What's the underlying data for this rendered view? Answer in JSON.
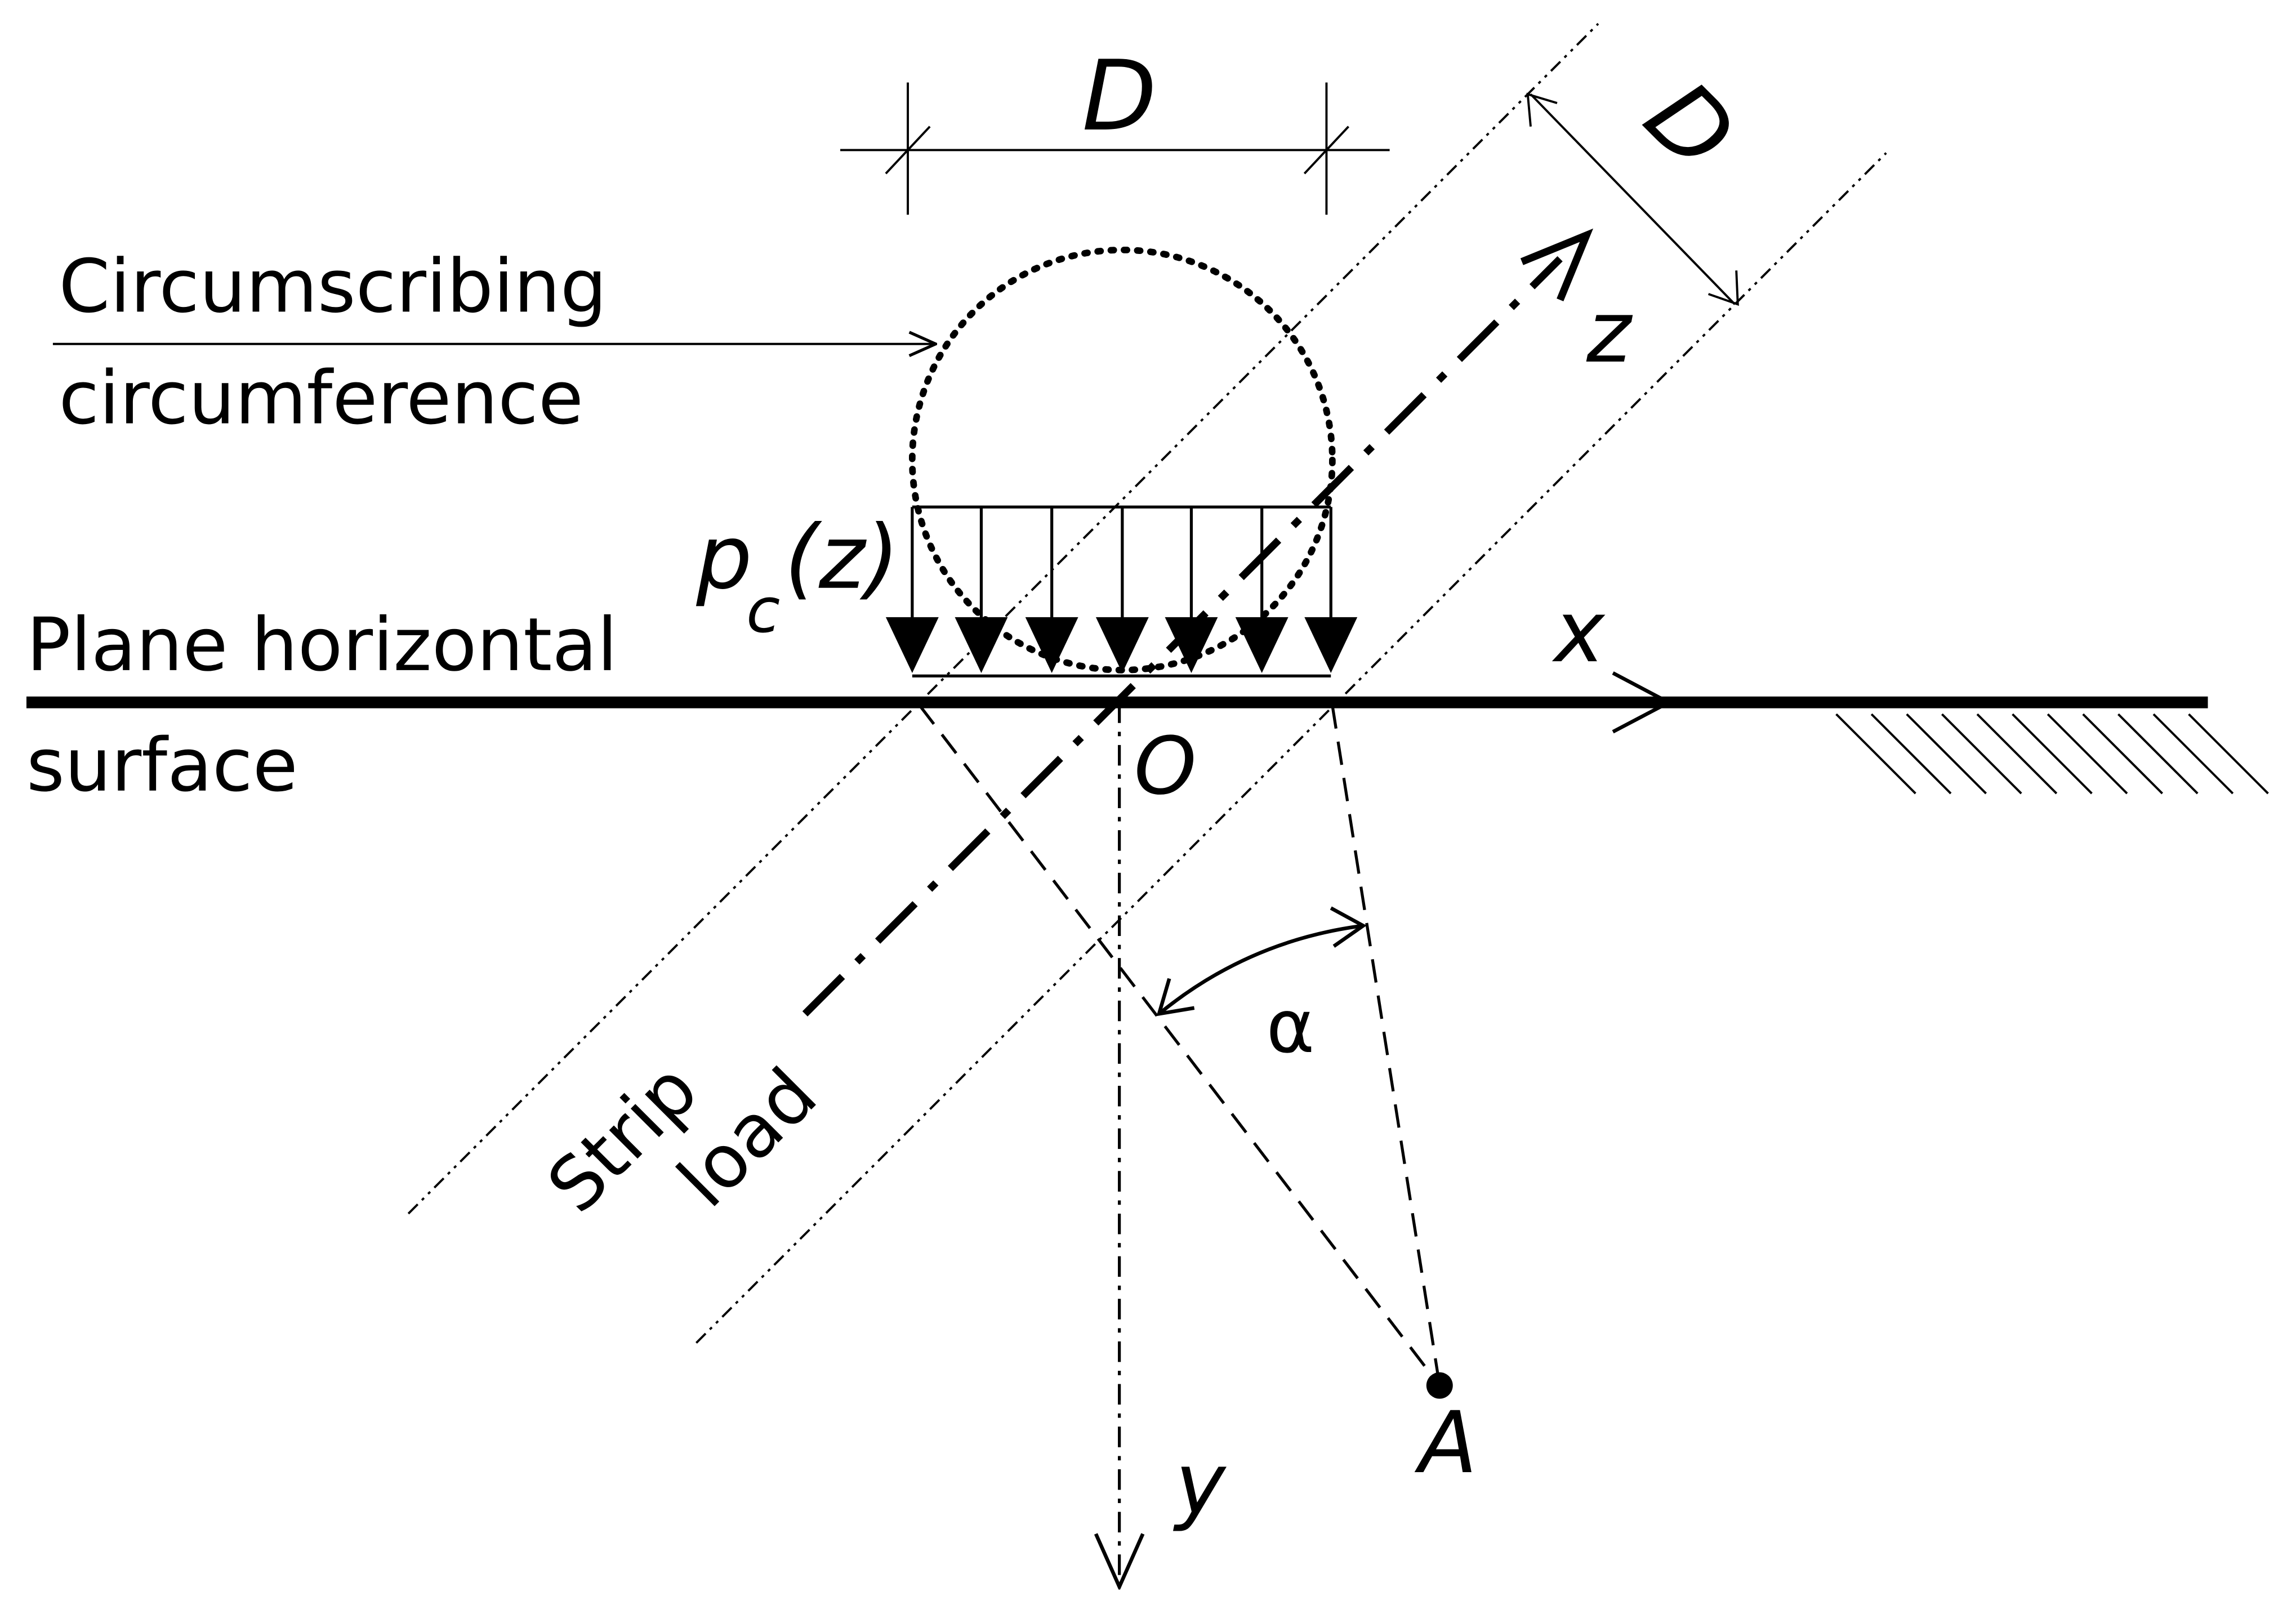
{
  "labels": {
    "dim_top": "D",
    "dim_diag": "D",
    "circ_line1": "Circumscribing",
    "circ_line2": "circumference",
    "pc_p": "p",
    "pc_sub": "c",
    "pc_arg": "(z)",
    "plane_line1": "Plane horizontal",
    "plane_line2": "surface",
    "axis_x": "x",
    "axis_y": "y",
    "axis_z": "z",
    "origin": "O",
    "point_a": "A",
    "angle": "α",
    "strip_line1": "Strip",
    "strip_line2": "load"
  },
  "colors": {
    "ink": "#000000",
    "background": "#ffffff"
  }
}
